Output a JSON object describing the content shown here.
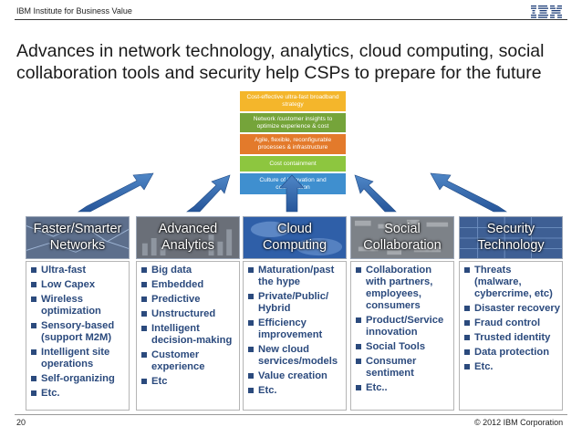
{
  "header": {
    "institute": "IBM Institute for Business Value",
    "logo_text": "IBM"
  },
  "title": "Advances in network technology, analytics, cloud computing, social collaboration tools and security help CSPs to prepare for the future",
  "pyramid": [
    {
      "text": "Cost-effective ultra-fast broadband strategy",
      "color": "#f4b62b"
    },
    {
      "text": "Network /customer insights to optimize experience & cost",
      "color": "#75a43a"
    },
    {
      "text": "Agile, flexible, reconfigurable processes & infrastructure",
      "color": "#e37a2b"
    },
    {
      "text": "Cost containment",
      "color": "#8dc63f"
    },
    {
      "text": "Culture of innovation and collaboration",
      "color": "#3f8fcf"
    }
  ],
  "columns": [
    {
      "title": "Faster/Smarter Networks",
      "items": [
        "Ultra-fast",
        "Low Capex",
        "Wireless optimization",
        "Sensory-based (support M2M)",
        "Intelligent site operations",
        "Self-organizing",
        "Etc."
      ]
    },
    {
      "title": "Advanced Analytics",
      "items": [
        "Big data",
        "Embedded",
        "Predictive",
        "Unstructured",
        "Intelligent decision-making",
        "Customer experience",
        "Etc"
      ]
    },
    {
      "title": "Cloud Computing",
      "items": [
        "Maturation/past the hype",
        "Private/Public/ Hybrid",
        "Efficiency improvement",
        "New cloud services/models",
        "Value creation",
        "Etc."
      ]
    },
    {
      "title": "Social Collaboration",
      "items": [
        "Collaboration with partners, employees, consumers",
        "Product/Service innovation",
        "Social Tools",
        "Consumer sentiment",
        "Etc.."
      ]
    },
    {
      "title": "Security Technology",
      "items": [
        "Threats (malware, cybercrime, etc)",
        "Disaster recovery",
        "Fraud control",
        "Trusted identity",
        "Data protection",
        "Etc."
      ]
    }
  ],
  "footer": {
    "page": "20",
    "copyright": "© 2012 IBM Corporation"
  },
  "colors": {
    "bullet_text": "#2b4a7d",
    "arrow": "#3a6fb0"
  }
}
